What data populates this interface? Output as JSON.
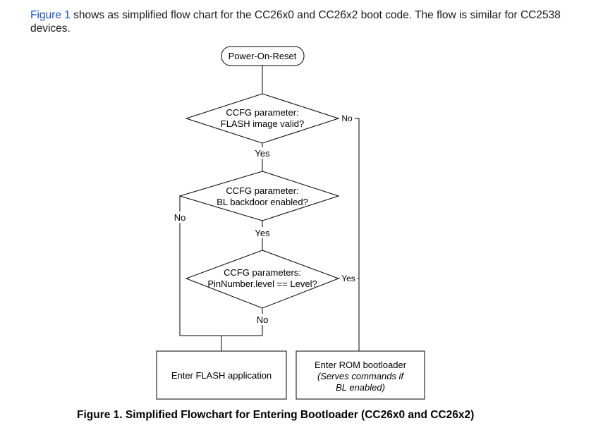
{
  "intro": {
    "link_text": "Figure 1",
    "text": " shows as simplified flow chart for the CC26x0 and CC26x2 boot code. The flow is similar for CC2538 devices."
  },
  "flowchart": {
    "start": "Power-On-Reset",
    "decisions": [
      {
        "line1": "CCFG parameter:",
        "line2": "FLASH image valid?"
      },
      {
        "line1": "CCFG parameter:",
        "line2": "BL backdoor enabled?"
      },
      {
        "line1": "CCFG parameters:",
        "line2": "PinNumber.level == Level?"
      }
    ],
    "edge_labels": {
      "d1_no": "No",
      "d1_yes": "Yes",
      "d2_yes": "Yes",
      "d2_no": "No",
      "d3_yes": "Yes",
      "d3_no": "No"
    },
    "flash_app": "Enter FLASH application",
    "rom_bootloader": {
      "line1": "Enter ROM bootloader",
      "line2": "(Serves commands if",
      "line3": "BL enabled)"
    }
  },
  "caption": "Figure 1. Simplified Flowchart for Entering Bootloader (CC26x0 and CC26x2)"
}
